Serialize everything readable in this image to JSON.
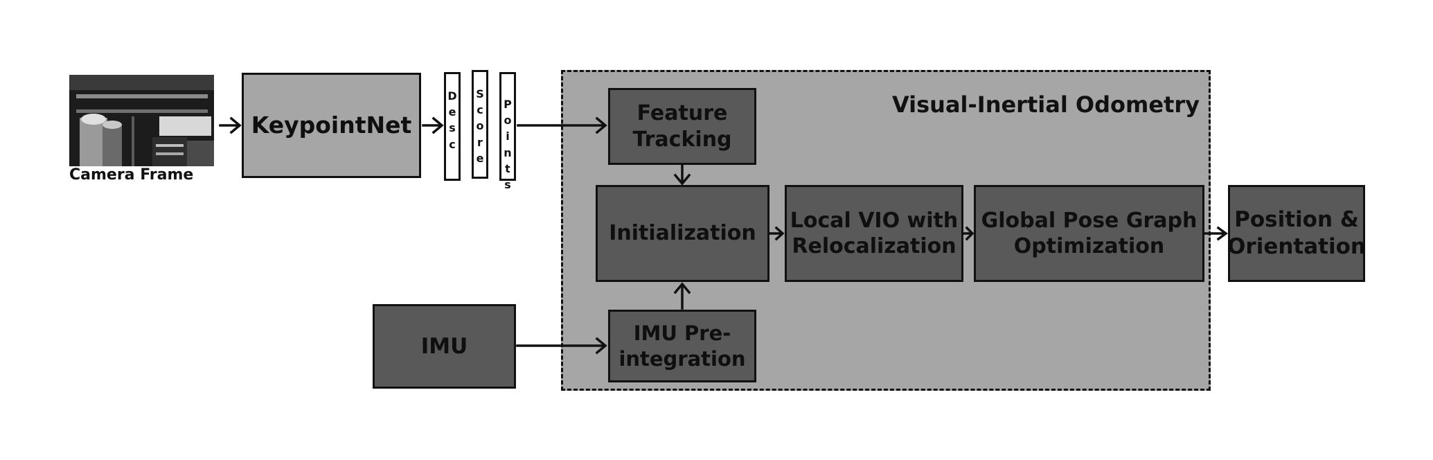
{
  "camera": {
    "label": "Camera Frame"
  },
  "keypointnet": {
    "label": "KeypointNet"
  },
  "outputs": {
    "desc": [
      "D",
      "e",
      "s",
      "c"
    ],
    "score": [
      "S",
      "c",
      "o",
      "r",
      "e"
    ],
    "points": [
      "P",
      "o",
      "i",
      "n",
      "t",
      "s"
    ]
  },
  "vio": {
    "title": "Visual-Inertial Odometry",
    "feature_tracking": "Feature Tracking",
    "initialization": "Initialization",
    "local_vio": "Local VIO with Relocalization",
    "global_pose": "Global Pose Graph Optimization",
    "imu_preintegration": "IMU Pre-integration"
  },
  "imu": {
    "label": "IMU"
  },
  "output": {
    "label": "Position & Orientation"
  },
  "colors": {
    "light_box": "#a6a6a6",
    "dark_box": "#595959",
    "border": "#111111",
    "background": "#ffffff"
  }
}
